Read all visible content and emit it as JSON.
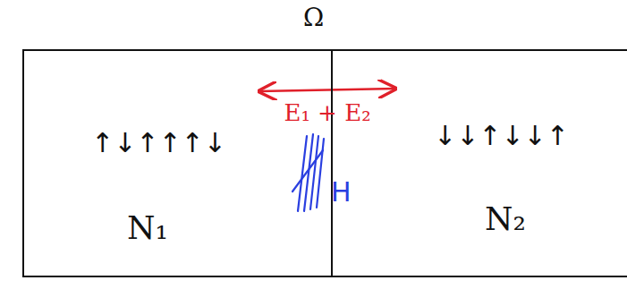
{
  "diagram": {
    "nodes": [
      {
        "text": [
          "Ω"
        ]
      },
      {
        "text": [
          "↑↓↑↑↑↓",
          "N₁"
        ],
        "in": 0
      },
      {
        "text": [
          "↓↓↑↓↓↑",
          "N₂"
        ],
        "in": 0
      }
    ],
    "edges": [
      {
        "from": 1,
        "to": 2,
        "arrow": "both",
        "label": "E₁ + E₂"
      }
    ],
    "labels": [
      "H"
    ]
  }
}
